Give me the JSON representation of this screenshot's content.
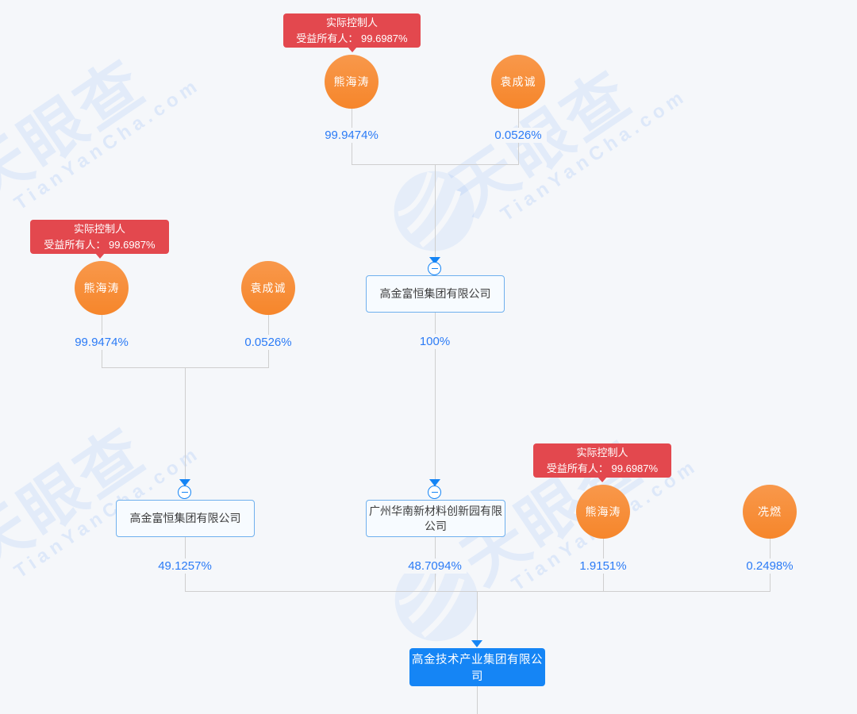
{
  "watermark": {
    "brand": "天眼查",
    "site": "TianYanCha.com"
  },
  "badges": {
    "top": {
      "line1": "实际控制人",
      "line2": "受益所有人： 99.6987%"
    },
    "left": {
      "line1": "实际控制人",
      "line2": "受益所有人： 99.6987%"
    },
    "right": {
      "line1": "实际控制人",
      "line2": "受益所有人： 99.6987%"
    }
  },
  "shareholders": {
    "top_group": {
      "xiong": {
        "name": "熊海涛",
        "pct": "99.9474%"
      },
      "yuan": {
        "name": "袁成诚",
        "pct": "0.0526%"
      }
    },
    "left_group": {
      "xiong": {
        "name": "熊海涛",
        "pct": "99.9474%"
      },
      "yuan": {
        "name": "袁成诚",
        "pct": "0.0526%"
      }
    },
    "right_group": {
      "xiong": {
        "name": "熊海涛",
        "pct": "1.9151%"
      },
      "xian": {
        "name": "冼燃",
        "pct": "0.2498%"
      }
    }
  },
  "companies": {
    "holding_top": {
      "name": "高金富恒集团有限公司",
      "pct": "100%"
    },
    "holding_left": {
      "name": "高金富恒集团有限公司",
      "pct": "49.1257%"
    },
    "innovation_park": {
      "name": "广州华南新材料创新园有限公司",
      "pct": "48.7094%"
    },
    "root": {
      "name": "高金技术产业集团有限公司"
    }
  },
  "colors": {
    "badge_red": "#E3484E",
    "circle_orange": "#F78E35",
    "accent_blue": "#1585F5",
    "percent_blue": "#2B7BF6",
    "line_gray": "#CFCFCF",
    "background": "#F5F7FA"
  }
}
